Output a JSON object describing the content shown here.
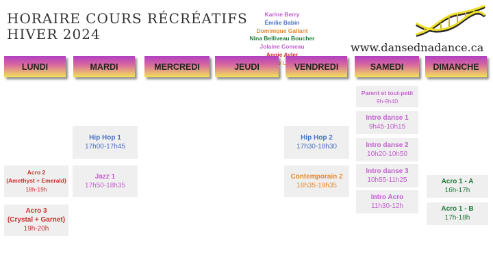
{
  "header": {
    "title_line1": "HORAIRE COURS RÉCRÉATIFS",
    "title_line2": "HIVER 2024",
    "website": "www.dansednadance.ca",
    "logo_icon": "dna-helix-icon"
  },
  "teachers": [
    {
      "name": "Karine Berry",
      "color": "#c45fd0"
    },
    {
      "name": "Émilie Babin",
      "color": "#4a72c4"
    },
    {
      "name": "Dominique Gallant",
      "color": "#e58a2e"
    },
    {
      "name": "Nina Belliveau Boucher",
      "color": "#1e7a3a"
    },
    {
      "name": "Jolaine Comeau",
      "color": "#c45fd0"
    },
    {
      "name": "Angie Ayler",
      "color": "#c8322e"
    },
    {
      "name": "Maxyne Leblanc",
      "color": "#e5a52e"
    }
  ],
  "days": [
    "LUNDI",
    "MARDI",
    "MERCREDI",
    "JEUDI",
    "VENDREDI",
    "SAMEDI",
    "DIMANCHE"
  ],
  "classes": {
    "lundi": [
      {
        "name": "Acro 2",
        "name2": "(Amethyst + Emerald)",
        "time": "18h-19h",
        "color": "#c8322e"
      },
      {
        "name": "Acro 3",
        "name2": "(Crystal + Garnet)",
        "time": "19h-20h",
        "color": "#c8322e"
      }
    ],
    "mardi": [
      {
        "name": "Hip Hop 1",
        "time": "17h00-17h45",
        "color": "#4a72c4"
      },
      {
        "name": "Jazz 1",
        "time": "17h50-18h35",
        "color": "#c45fd0"
      }
    ],
    "vendredi": [
      {
        "name": "Hip Hop 2",
        "time": "17h30-18h30",
        "color": "#4a72c4"
      },
      {
        "name": "Contemporain 2",
        "time": "18h35-19h35",
        "color": "#e58a2e"
      }
    ],
    "samedi": [
      {
        "name": "Parent et tout-petit",
        "time": "9h-9h40",
        "color": "#c45fd0"
      },
      {
        "name": "Intro danse 1",
        "time": "9h45-10h15",
        "color": "#c45fd0"
      },
      {
        "name": "Intro danse 2",
        "time": "10h20-10h50",
        "color": "#c45fd0"
      },
      {
        "name": "Intro danse 3",
        "time": "10h55-11h25",
        "color": "#c45fd0"
      },
      {
        "name": "Intro Acro",
        "time": "11h30-12h",
        "color": "#c45fd0"
      }
    ],
    "dimanche": [
      {
        "name": "Acro 1 - A",
        "time": "16h-17h",
        "color": "#1e7a3a"
      },
      {
        "name": "Acro 1 - B",
        "time": "17h-18h",
        "color": "#1e7a3a"
      }
    ]
  }
}
